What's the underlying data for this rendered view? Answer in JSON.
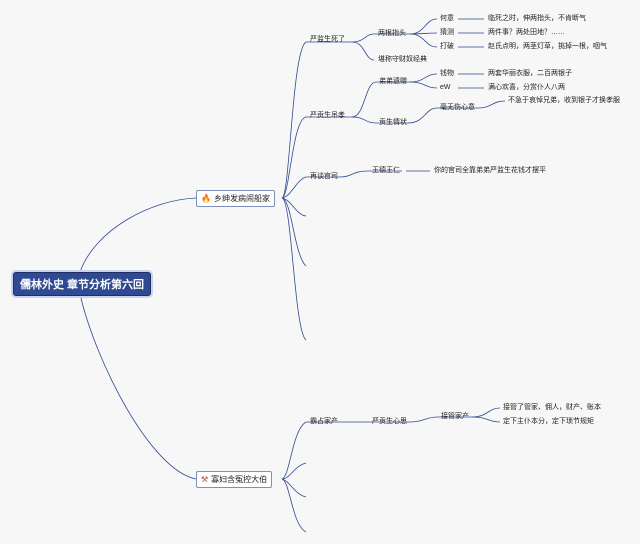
{
  "root": {
    "label": "儒林外史 章节分析第六回"
  },
  "topics": [
    {
      "label": "乡绅发病闹船家",
      "icon": "flame-icon",
      "icon_glyph": "🔥"
    },
    {
      "label": "寡妇含冤控大伯",
      "icon": "hammer-icon",
      "icon_glyph": "⚒"
    }
  ],
  "nodes": {
    "yan_die": "严监生死了",
    "liang_gen": "两根指头",
    "he_yi": "何意",
    "he_yi_d": "临死之时，伸两指头，不肯断气",
    "cai_ce": "猜测",
    "cai_ce_d": "两件事？两处田地？……",
    "da_po": "打破",
    "da_po_d": "赵氏点明，两茎灯草，挑掉一根，咽气",
    "shou_cai": "堪称守财奴经典",
    "xiao_xiao": "严贡生吊孝",
    "di_yi": "弟弟遗赠",
    "qian_wu": "钱物",
    "qian_wu_d": "两套华丽衣服，二百两银子",
    "ew": "eW",
    "ew_d": "满心欢喜，分赏仆人八两",
    "gong_xiang": "贡生情状",
    "hao_wu": "毫无伤心意",
    "hao_wu_d": "不急于哀悼兄弟，收到银子才换孝服",
    "zai_song": "再谈官司",
    "wang_de": "王德王仁",
    "wang_de_d": "你的官司全靠弟弟严监生花钱才摆平",
    "ba_zhan": "霸占家产",
    "yan_zhong": "严贡生心思",
    "jie_guan": "接管家产",
    "jie_guan_1": "接管了管家、佣人，财产、账本",
    "jie_guan_2": "定下主仆本分，定下琐节规矩"
  }
}
